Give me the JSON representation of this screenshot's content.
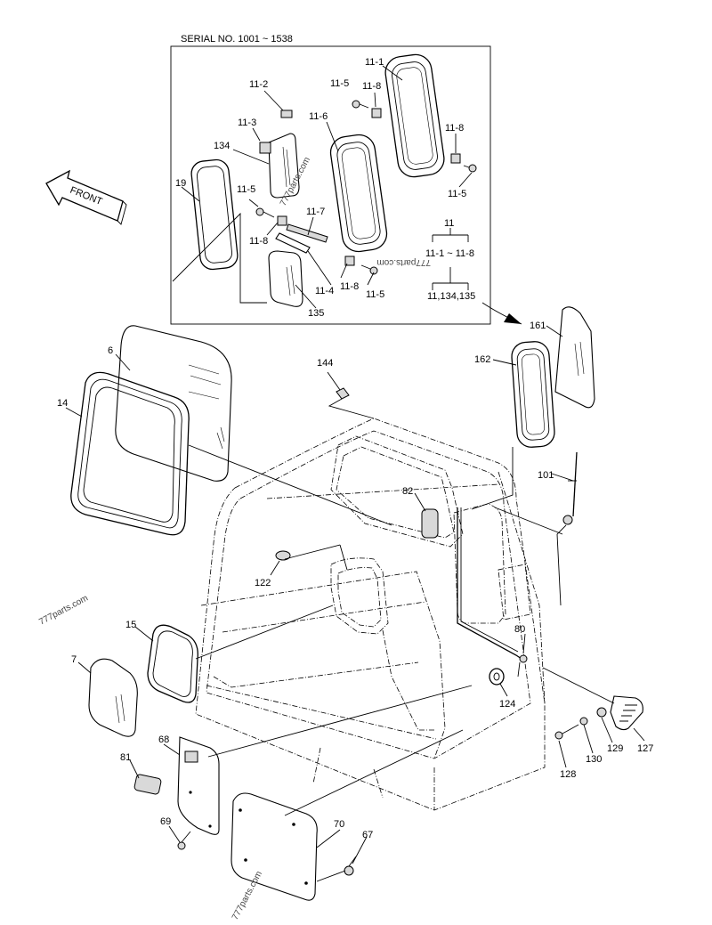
{
  "title": "SERIAL NO. 1001 ~ 1538",
  "front_label": "FRONT",
  "watermarks": [
    "777parts.com",
    "777parts.com",
    "777parts.com",
    "777parts.com"
  ],
  "legend": {
    "top": "11",
    "middle": "11-1 ~ 11-8",
    "bottom": "11,134,135"
  },
  "callouts": {
    "c11_1": "11-1",
    "c11_2": "11-2",
    "c11_3": "11-3",
    "c11_5a": "11-5",
    "c11_8a": "11-8",
    "c11_6": "11-6",
    "c11_8b": "11-8",
    "c11_5b": "11-5",
    "c134": "134",
    "c19": "19",
    "c11_5c": "11-5",
    "c11_7": "11-7",
    "c11_8c": "11-8",
    "c11_4": "11-4",
    "c11_8d": "11-8",
    "c11_5d": "11-5",
    "c135": "135",
    "c6": "6",
    "c14": "14",
    "c144": "144",
    "c161": "161",
    "c162": "162",
    "c101": "101",
    "c82": "82",
    "c122": "122",
    "c15": "15",
    "c7": "7",
    "c80": "80",
    "c124": "124",
    "c68": "68",
    "c81": "81",
    "c69": "69",
    "c70": "70",
    "c67": "67",
    "c128": "128",
    "c130": "130",
    "c129": "129",
    "c127": "127"
  }
}
